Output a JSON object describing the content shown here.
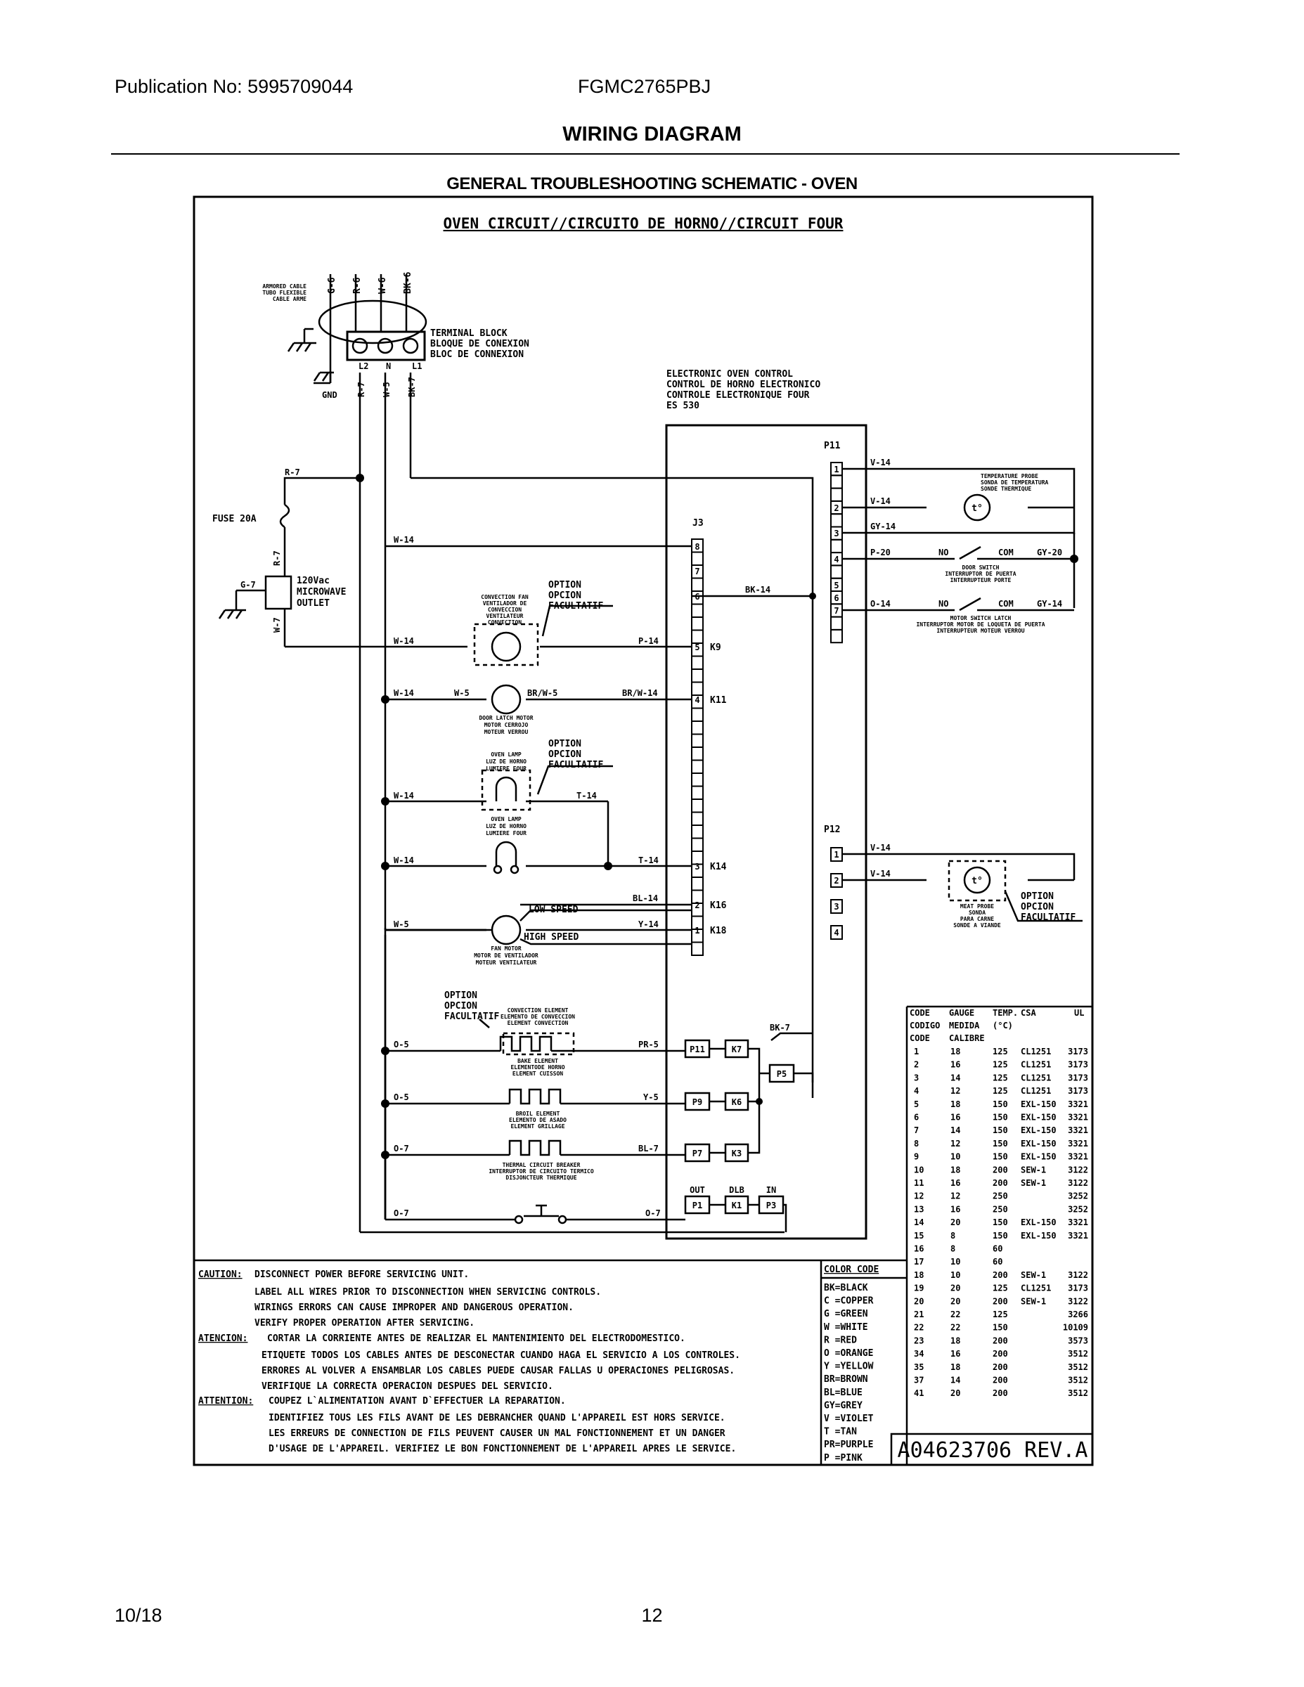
{
  "header": {
    "publication": "Publication No:  5995709044",
    "model": "FGMC2765PBJ",
    "title": "WIRING DIAGRAM",
    "subtitle": "GENERAL TROUBLESHOOTING SCHEMATIC - OVEN"
  },
  "footer": {
    "date": "10/18",
    "page": "12"
  },
  "diagram": {
    "circuit_title": "OVEN CIRCUIT//CIRCUITO DE HORNO//CIRCUIT FOUR",
    "armored_cable": [
      "ARMORED CABLE",
      "TUBO FLEXIBLE",
      "CABLE ARME"
    ],
    "top_wires": [
      "G-6",
      "R-6",
      "W-6",
      "BK-6"
    ],
    "terminal_block": [
      "TERMINAL BLOCK",
      "BLOQUE DE CONEXION",
      "BLOC DE CONNEXION"
    ],
    "terminal_labels": [
      "L2",
      "N",
      "L1"
    ],
    "gnd": "GND",
    "lower_wires": [
      "R-7",
      "W-5",
      "BK-7"
    ],
    "control": [
      "ELECTRONIC OVEN CONTROL",
      "CONTROL DE HORNO ELECTRONICO",
      "CONTROLE ELECTRONIQUE FOUR",
      "ES 530"
    ],
    "fuse": "FUSE 20A",
    "r7": "R-7",
    "g7": "G-7",
    "w7": "W-7",
    "outlet": [
      "120Vac",
      "MICROWAVE",
      "OUTLET"
    ],
    "j3": "J3",
    "p11": "P11",
    "p12": "P12",
    "j3_pins": [
      "8",
      "7",
      "6",
      "5",
      "4",
      "3",
      "2",
      "1"
    ],
    "k_labels": [
      "K9",
      "K11",
      "K14",
      "K16",
      "K18"
    ],
    "option": [
      "OPTION",
      "OPCION",
      "FACULTATIF"
    ],
    "conv_fan": [
      "CONVECTION FAN",
      "VENTILADOR DE",
      "CONVECCION",
      "VENTILATEUR",
      "CONVECTION"
    ],
    "door_latch": [
      "DOOR LATCH MOTOR",
      "MOTOR CERROJO",
      "MOTEUR VERROU"
    ],
    "oven_lamp": [
      "OVEN LAMP",
      "LUZ DE HORNO",
      "LUMIERE FOUR"
    ],
    "fan_motor": [
      "FAN MOTOR",
      "MOTOR DE VENTILADOR",
      "MOTEUR VENTILATEUR"
    ],
    "low_speed": "LOW SPEED",
    "high_speed": "HIGH SPEED",
    "wire_labels": {
      "w14": "W-14",
      "w5": "W-5",
      "p14": "P-14",
      "brw5": "BR/W-5",
      "brw14": "BR/W-14",
      "t14": "T-14",
      "bl14": "BL-14",
      "y14": "Y-14",
      "bk14": "BK-14",
      "bk7": "BK-7",
      "v14": "V-14",
      "gy14": "GY-14",
      "p20": "P-20",
      "gy20": "GY-20",
      "o14": "O-14",
      "o5": "O-5",
      "o7": "O-7",
      "pr5": "PR-5",
      "y5": "Y-5",
      "bl7": "BL-7",
      "no": "NO",
      "com": "COM",
      "gy14b": "GY-14"
    },
    "p11_pins": [
      "1",
      "2",
      "3",
      "4",
      "5",
      "6",
      "7"
    ],
    "p12_pins": [
      "1",
      "2",
      "3",
      "4"
    ],
    "temp_probe": [
      "TEMPERATURE PROBE",
      "SONDA DE TEMPERATURA",
      "SONDE THERMIQUE"
    ],
    "door_switch": [
      "DOOR SWITCH",
      "INTERRUPTOR DE PUERTA",
      "INTERRUPTEUR PORTE"
    ],
    "motor_switch": [
      "MOTOR SWITCH LATCH",
      "INTERRUPTOR MOTOR DE LOQUETA DE PUERTA",
      "INTERRUPTEUR MOTEUR VERROU"
    ],
    "meat_probe": [
      "MEAT PROBE",
      "SONDA",
      "PARA CARNE",
      "SONDE A VIANDE"
    ],
    "tprobe": "t°",
    "conv_element": [
      "CONVECTION ELEMENT",
      "ELEMENTO DE CONVECCION",
      "ELEMENT CONVECTION"
    ],
    "bake_element": [
      "BAKE ELEMENT",
      "ELEMENTODE HORNO",
      "ELEMENT CUISSON"
    ],
    "broil_element": [
      "BROIL ELEMENT",
      "ELEMENTO DE ASADO",
      "ELEMENT GRILLAGE"
    ],
    "thermal_breaker": [
      "THERMAL CIRCUIT BREAKER",
      "INTERRUPTOR DE CIRCUITO TERMICO",
      "DISJONCTEUR THERMIQUE"
    ],
    "relays": {
      "p11": "P11",
      "k7": "K7",
      "p5": "P5",
      "p9": "P9",
      "k6": "K6",
      "p7": "P7",
      "k3": "K3",
      "p1": "P1",
      "k1": "K1",
      "p3": "P3",
      "out": "OUT",
      "dlb": "DLB",
      "in": "IN"
    }
  },
  "gauge_table": {
    "headers": [
      [
        "CODE",
        "GAUGE",
        "TEMP.",
        "CSA",
        "UL"
      ],
      [
        "CODIGO",
        "MEDIDA",
        "(°C)",
        "",
        ""
      ],
      [
        "CODE",
        "CALIBRE",
        "",
        "",
        ""
      ]
    ],
    "rows": [
      [
        "1",
        "18",
        "125",
        "CL1251",
        "3173"
      ],
      [
        "2",
        "16",
        "125",
        "CL1251",
        "3173"
      ],
      [
        "3",
        "14",
        "125",
        "CL1251",
        "3173"
      ],
      [
        "4",
        "12",
        "125",
        "CL1251",
        "3173"
      ],
      [
        "5",
        "18",
        "150",
        "EXL-150",
        "3321"
      ],
      [
        "6",
        "16",
        "150",
        "EXL-150",
        "3321"
      ],
      [
        "7",
        "14",
        "150",
        "EXL-150",
        "3321"
      ],
      [
        "8",
        "12",
        "150",
        "EXL-150",
        "3321"
      ],
      [
        "9",
        "10",
        "150",
        "EXL-150",
        "3321"
      ],
      [
        "10",
        "18",
        "200",
        "SEW-1",
        "3122"
      ],
      [
        "11",
        "16",
        "200",
        "SEW-1",
        "3122"
      ],
      [
        "12",
        "12",
        "250",
        "",
        "3252"
      ],
      [
        "13",
        "16",
        "250",
        "",
        "3252"
      ],
      [
        "14",
        "20",
        "150",
        "EXL-150",
        "3321"
      ],
      [
        "15",
        "8",
        "150",
        "EXL-150",
        "3321"
      ],
      [
        "16",
        "8",
        "60",
        "",
        ""
      ],
      [
        "17",
        "10",
        "60",
        "",
        ""
      ],
      [
        "18",
        "10",
        "200",
        "SEW-1",
        "3122"
      ],
      [
        "19",
        "20",
        "125",
        "CL1251",
        "3173"
      ],
      [
        "20",
        "20",
        "200",
        "SEW-1",
        "3122"
      ],
      [
        "21",
        "22",
        "125",
        "",
        "3266"
      ],
      [
        "22",
        "22",
        "150",
        "",
        "10109"
      ],
      [
        "23",
        "18",
        "200",
        "",
        "3573"
      ],
      [
        "34",
        "16",
        "200",
        "",
        "3512"
      ],
      [
        "35",
        "18",
        "200",
        "",
        "3512"
      ],
      [
        "37",
        "14",
        "200",
        "",
        "3512"
      ],
      [
        "41",
        "20",
        "200",
        "",
        "3512"
      ]
    ]
  },
  "color_code": {
    "title": "COLOR CODE",
    "entries": [
      "BK=BLACK",
      "C =COPPER",
      "G =GREEN",
      "W =WHITE",
      "R =RED",
      "O =ORANGE",
      "Y =YELLOW",
      "BR=BROWN",
      "BL=BLUE",
      "GY=GREY",
      "V =VIOLET",
      "T =TAN",
      "PR=PURPLE",
      "P =PINK"
    ]
  },
  "caution": {
    "caution_label": "CAUTION:",
    "caution_lines": [
      "DISCONNECT POWER BEFORE SERVICING UNIT.",
      "LABEL ALL WIRES PRIOR TO DISCONNECTION WHEN SERVICING CONTROLS.",
      "WIRINGS ERRORS CAN CAUSE IMPROPER AND DANGEROUS OPERATION.",
      "VERIFY PROPER OPERATION AFTER SERVICING."
    ],
    "atencion_label": "ATENCION:",
    "atencion_lines": [
      "CORTAR LA CORRIENTE ANTES DE REALIZAR EL MANTENIMIENTO DEL ELECTRODOMESTICO.",
      "ETIQUETE TODOS LOS CABLES ANTES DE DESCONECTAR CUANDO HAGA EL SERVICIO A LOS CONTROLES.",
      "ERRORES AL VOLVER A ENSAMBLAR LOS CABLES PUEDE CAUSAR FALLAS U OPERACIONES PELIGROSAS.",
      "VERIFIQUE LA CORRECTA OPERACION DESPUES DEL SERVICIO."
    ],
    "attention_label": "ATTENTION:",
    "attention_lines": [
      "COUPEZ L`ALIMENTATION AVANT D`EFFECTUER LA REPARATION.",
      "IDENTIFIEZ TOUS LES FILS AVANT DE LES DEBRANCHER QUAND L'APPAREIL EST HORS SERVICE.",
      "LES ERREURS DE CONNECTION DE FILS PEUVENT CAUSER UN MAL FONCTIONNEMENT ET UN DANGER",
      "D'USAGE DE L'APPAREIL. VERIFIEZ LE BON FONCTIONNEMENT DE L'APPAREIL APRES LE SERVICE."
    ]
  },
  "part_number": "A04623706 REV.A"
}
